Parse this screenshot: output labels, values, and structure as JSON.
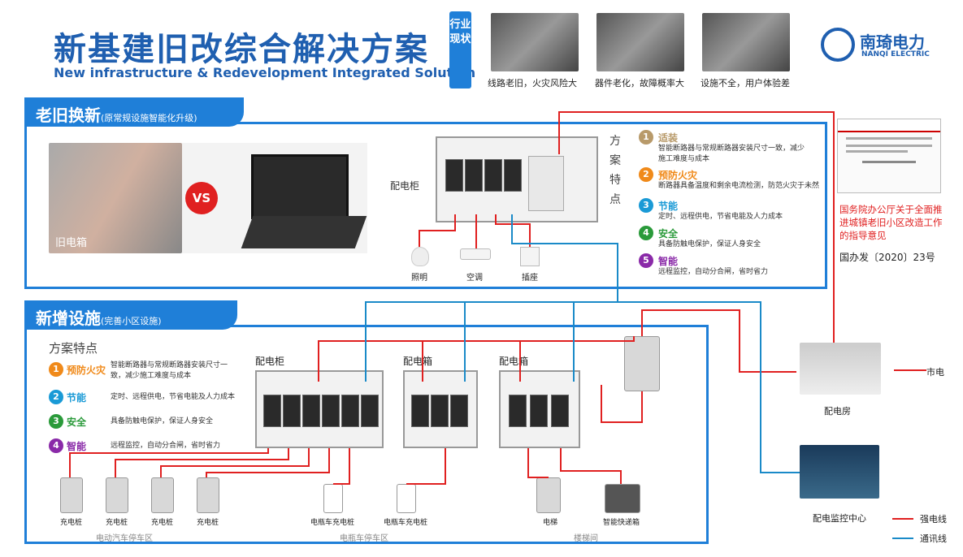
{
  "header": {
    "title_cn": "新基建旧改综合解决方案",
    "title_en": "New infrastructure & Redevelopment Integrated Solution",
    "tag": "行业现状"
  },
  "status_photos": [
    {
      "caption": "线路老旧，火灾风险大"
    },
    {
      "caption": "器件老化，故障概率大"
    },
    {
      "caption": "设施不全，用户体验差"
    }
  ],
  "logo": {
    "cn": "南琦电力",
    "en": "NANQI ELECTRIC"
  },
  "policy": {
    "red_text": "国务院办公厅关于全面推进城镇老旧小区改造工作的指导意见",
    "doc_no": "国办发〔2020〕23号"
  },
  "section1": {
    "title": "老旧换新",
    "subtitle": "(原常规设施智能化升级)",
    "old_box_label": "旧电箱",
    "vs": "VS",
    "cabinet_label": "配电柜",
    "loads": [
      "照明",
      "空调",
      "插座"
    ],
    "plan_label": "方案特点",
    "features": [
      {
        "num": "1",
        "title": "适装",
        "desc": "智能断路器与常规断路器安装尺寸一致，减少施工难度与成本",
        "color": "#b89a6a"
      },
      {
        "num": "2",
        "title": "预防火灾",
        "desc": "断路器具备温度和剩余电流检测，防范火灾于未然",
        "color": "#f08a1a"
      },
      {
        "num": "3",
        "title": "节能",
        "desc": "定时、远程供电，节省电能及人力成本",
        "color": "#1a9ad6"
      },
      {
        "num": "4",
        "title": "安全",
        "desc": "具备防触电保护，保证人身安全",
        "color": "#2a9a3a"
      },
      {
        "num": "5",
        "title": "智能",
        "desc": "远程监控，自动分合闸，省时省力",
        "color": "#8a2aa8"
      }
    ]
  },
  "section2": {
    "title": "新增设施",
    "subtitle": "(完善小区设施)",
    "plan_label": "方案特点",
    "features": [
      {
        "num": "1",
        "title": "预防火灾",
        "desc": "智能断路器与常规断路器安装尺寸一致，减少施工难度与成本",
        "color": "#f08a1a"
      },
      {
        "num": "2",
        "title": "节能",
        "desc": "定时、远程供电，节省电能及人力成本",
        "color": "#1a9ad6"
      },
      {
        "num": "3",
        "title": "安全",
        "desc": "具备防触电保护，保证人身安全",
        "color": "#2a9a3a"
      },
      {
        "num": "4",
        "title": "智能",
        "desc": "远程监控，自动分合闸，省时省力",
        "color": "#8a2aa8"
      }
    ],
    "boxes": [
      "配电柜",
      "配电箱",
      "配电箱"
    ],
    "chargers": [
      "充电桩",
      "充电桩",
      "充电桩",
      "充电桩"
    ],
    "ebike": [
      "电瓶车充电桩",
      "电瓶车充电桩"
    ],
    "elevator": "电梯",
    "locker": "智能快递箱",
    "zones": [
      "电动汽车停车区",
      "电瓶车停车区",
      "楼梯间"
    ]
  },
  "right": {
    "grid": "市电",
    "room": "配电房",
    "monitor": "配电监控中心"
  },
  "legend": {
    "strong": "强电线",
    "comm": "通讯线",
    "strong_color": "#e02020",
    "comm_color": "#1a8ac8"
  }
}
